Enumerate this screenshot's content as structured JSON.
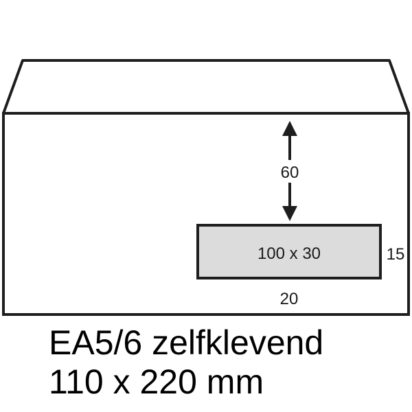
{
  "diagram": {
    "type": "envelope-window-diagram",
    "colors": {
      "stroke": "#1e1e1e",
      "envelope_fill": "#ffffff",
      "window_fill": "#dcdcdc",
      "text": "#1a1a1a"
    },
    "dimension_labels": {
      "top_offset": "60",
      "window_size": "100 x 30",
      "right_offset": "15",
      "bottom_offset": "20"
    }
  },
  "caption": {
    "line1": "EA5/6 zelfklevend",
    "line2": "110 x 220 mm"
  }
}
